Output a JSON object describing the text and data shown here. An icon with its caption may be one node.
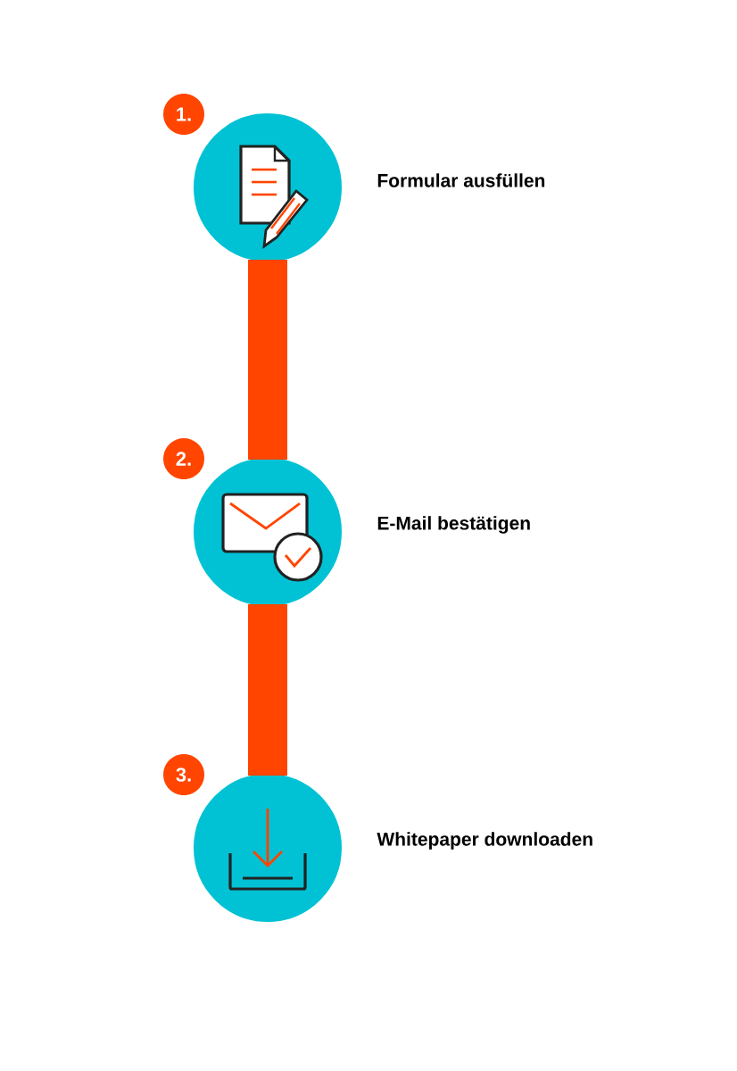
{
  "diagram": {
    "nodes": [
      {
        "text": [],
        "shape": "circle",
        "beside": [
          "1.",
          "Formular ausfüllen"
        ]
      },
      {
        "text": [],
        "shape": "circle",
        "beside": [
          "2.",
          "E-Mail bestätigen"
        ]
      },
      {
        "text": [],
        "shape": "circle",
        "beside": [
          "3.",
          "Whitepaper downloaden"
        ]
      }
    ],
    "edges": [
      {
        "from": 0,
        "to": 1,
        "arrow": "none"
      },
      {
        "from": 1,
        "to": 2,
        "arrow": "none"
      }
    ]
  }
}
